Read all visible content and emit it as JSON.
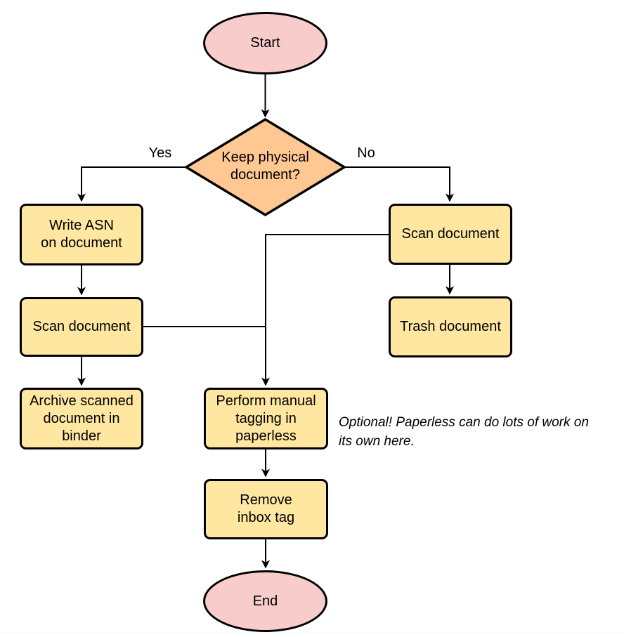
{
  "colors": {
    "canvas_bg": "#ffffff",
    "terminator_fill": "#f8cccb",
    "decision_fill": "#ffc791",
    "process_fill": "#ffe6a1",
    "shape_border": "#000000",
    "edge_line": "#000000",
    "label_text": "#000000",
    "bottom_divider": "#edeff5"
  },
  "diagram": {
    "type": "flowchart",
    "nodes": {
      "start": {
        "label": "Start",
        "shape": "terminator"
      },
      "decision_keep_physical": {
        "label": "Keep physical\ndocument?",
        "shape": "decision"
      },
      "write_asn": {
        "label": "Write ASN\non document",
        "shape": "process"
      },
      "scan_document_left": {
        "label": "Scan document",
        "shape": "process"
      },
      "archive_binder": {
        "label": "Archive scanned\ndocument in\nbinder",
        "shape": "process"
      },
      "scan_document_right": {
        "label": "Scan document",
        "shape": "process"
      },
      "trash_document": {
        "label": "Trash document",
        "shape": "process"
      },
      "manual_tagging": {
        "label": "Perform manual\ntagging in\npaperless",
        "shape": "process"
      },
      "remove_inbox_tag": {
        "label": "Remove\ninbox tag",
        "shape": "process"
      },
      "end": {
        "label": "End",
        "shape": "terminator"
      }
    },
    "edge_labels": {
      "yes": "Yes",
      "no": "No"
    },
    "edges": [
      "start -> decision_keep_physical",
      "decision_keep_physical -> write_asn (Yes)",
      "decision_keep_physical -> scan_document_right (No)",
      "write_asn -> scan_document_left",
      "scan_document_left -> archive_binder",
      "scan_document_left -> manual_tagging",
      "scan_document_right -> trash_document",
      "scan_document_right -> manual_tagging",
      "manual_tagging -> remove_inbox_tag",
      "remove_inbox_tag -> end"
    ],
    "annotation": {
      "text": "Optional! Paperless can do lots of work on\nits own here."
    }
  }
}
